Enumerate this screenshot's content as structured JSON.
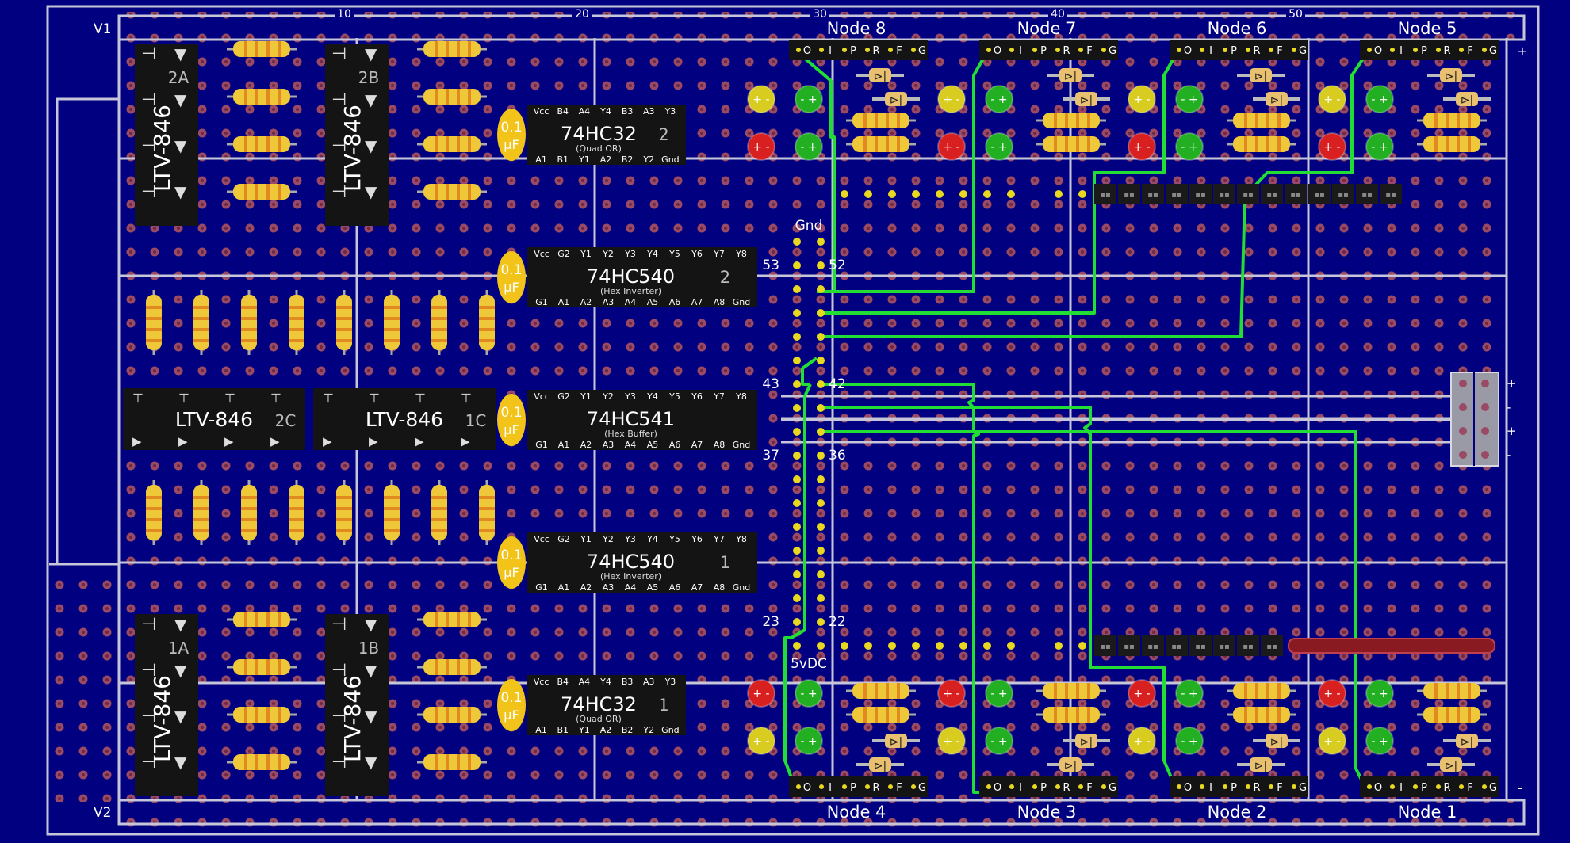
{
  "colors": {
    "board": "#000080",
    "grid": "#c6c6d8",
    "hole": "#9a4a64",
    "wire": "#22dd33",
    "chip": "#141414",
    "cap": "#f2c318",
    "resistor": "#efc83a",
    "led_red": "#d82020",
    "led_green": "#22b022",
    "led_yellow": "#d8cc20"
  },
  "rails": {
    "top": "V1",
    "bottom": "V2"
  },
  "column_numbers": [
    "10",
    "20",
    "30",
    "40",
    "50"
  ],
  "nodes_top": [
    "Node 8",
    "Node 7",
    "Node 6",
    "Node 5"
  ],
  "nodes_bottom": [
    "Node 4",
    "Node 3",
    "Node 2",
    "Node 1"
  ],
  "header_pins": [
    "O",
    "I",
    "P",
    "R",
    "F",
    "G"
  ],
  "optos": [
    {
      "part": "LTV-846",
      "tag": "2A"
    },
    {
      "part": "LTV-846",
      "tag": "2B"
    },
    {
      "part": "LTV-846",
      "tag": "1A"
    },
    {
      "part": "LTV-846",
      "tag": "1B"
    }
  ],
  "optos_h": [
    {
      "part": "LTV-846",
      "tag": "2C"
    },
    {
      "part": "LTV-846",
      "tag": "1C"
    }
  ],
  "caps": [
    {
      "l1": "0.1",
      "l2": "µF"
    },
    {
      "l1": "0.1",
      "l2": "µF"
    },
    {
      "l1": "0.1",
      "l2": "µF"
    },
    {
      "l1": "0.1",
      "l2": "µF"
    },
    {
      "l1": "0.1",
      "l2": "µF"
    }
  ],
  "chips": [
    {
      "name": "74HC32",
      "num": "2",
      "sub": "(Quad OR)",
      "top": [
        "Vcc",
        "B4",
        "A4",
        "Y4",
        "B3",
        "A3",
        "Y3"
      ],
      "bot": [
        "A1",
        "B1",
        "Y1",
        "A2",
        "B2",
        "Y2",
        "Gnd"
      ]
    },
    {
      "name": "74HC540",
      "num": "2",
      "sub": "(Hex Inverter)",
      "top": [
        "Vcc",
        "G2",
        "Y1",
        "Y2",
        "Y3",
        "Y4",
        "Y5",
        "Y6",
        "Y7",
        "Y8"
      ],
      "bot": [
        "G1",
        "A1",
        "A2",
        "A3",
        "A4",
        "A5",
        "A6",
        "A7",
        "A8",
        "Gnd"
      ]
    },
    {
      "name": "74HC541",
      "num": "",
      "sub": "(Hex Buffer)",
      "top": [
        "Vcc",
        "G2",
        "Y1",
        "Y2",
        "Y3",
        "Y4",
        "Y5",
        "Y6",
        "Y7",
        "Y8"
      ],
      "bot": [
        "G1",
        "A1",
        "A2",
        "A3",
        "A4",
        "A5",
        "A6",
        "A7",
        "A8",
        "Gnd"
      ]
    },
    {
      "name": "74HC540",
      "num": "1",
      "sub": "(Hex Inverter)",
      "top": [
        "Vcc",
        "G2",
        "Y1",
        "Y2",
        "Y3",
        "Y4",
        "Y5",
        "Y6",
        "Y7",
        "Y8"
      ],
      "bot": [
        "G1",
        "A1",
        "A2",
        "A3",
        "A4",
        "A5",
        "A6",
        "A7",
        "A8",
        "Gnd"
      ]
    },
    {
      "name": "74HC32",
      "num": "1",
      "sub": "(Quad OR)",
      "top": [
        "Vcc",
        "B4",
        "A4",
        "Y4",
        "B3",
        "A3",
        "Y3"
      ],
      "bot": [
        "A1",
        "B1",
        "Y1",
        "A2",
        "B2",
        "Y2",
        "Gnd"
      ]
    }
  ],
  "header_labels": {
    "gnd": "Gnd",
    "vdc": "5vDC",
    "n53": "53",
    "n52": "52",
    "n43": "43",
    "n42": "42",
    "n37": "37",
    "n36": "36",
    "n23": "23",
    "n22": "22"
  },
  "power_terminal": [
    "+",
    "-",
    "+",
    "-"
  ],
  "corner_marks": {
    "top": "+",
    "bottom": "-"
  }
}
